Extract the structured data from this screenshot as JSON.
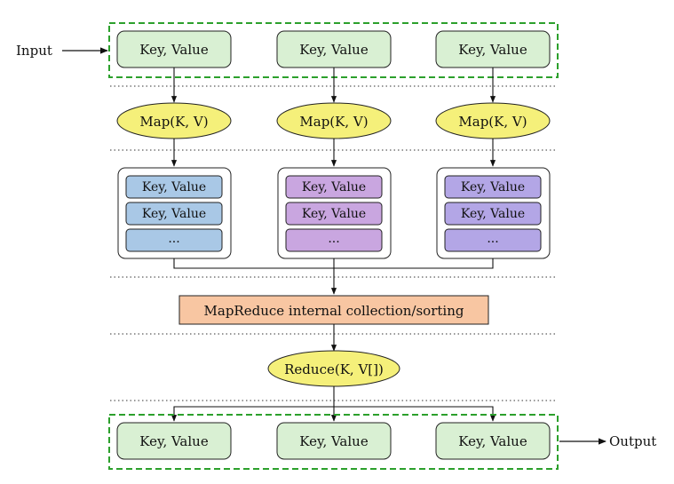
{
  "input_label": "Input",
  "output_label": "Output",
  "input_pairs": [
    "Key, Value",
    "Key, Value",
    "Key, Value"
  ],
  "map_label": "Map(K, V)",
  "map_groups": [
    {
      "items": [
        "Key, Value",
        "Key, Value",
        "..."
      ]
    },
    {
      "items": [
        "Key, Value",
        "Key, Value",
        "..."
      ]
    },
    {
      "items": [
        "Key, Value",
        "Key, Value",
        "..."
      ]
    }
  ],
  "sort_label": "MapReduce internal collection/sorting",
  "reduce_label": "Reduce(K, V[])",
  "output_pairs": [
    "Key, Value",
    "Key, Value",
    "Key, Value"
  ],
  "colors": {
    "pair_fill": "#d9f0d3",
    "dashed_border": "#2ca02c",
    "map_ellipse": "#f5f07a",
    "group1_fill": "#a9c8e6",
    "group2_fill": "#c9a6e0",
    "group3_fill": "#b3a6e6",
    "sort_fill": "#f8c6a2"
  }
}
